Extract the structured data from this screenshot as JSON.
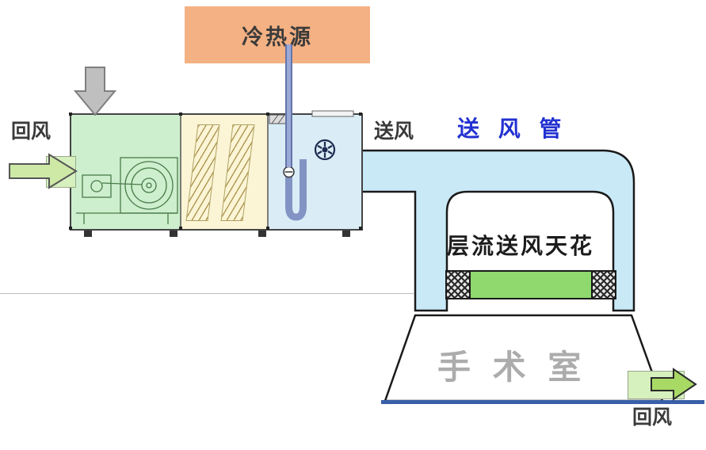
{
  "labels": {
    "source": "冷热源",
    "return_air_left": "回风",
    "supply_air": "送风",
    "supply_duct": "送 风 管",
    "laminar_ceiling": "层流送风天花",
    "operating_room": "手 术 室",
    "return_air_right": "回风"
  },
  "colors": {
    "source_box": "#F4B183",
    "pipe": "#8293C4",
    "ahu_fan_section": "#CDEFCD",
    "ahu_coil_section": "#FBF5D6",
    "ahu_outlet_section": "#DAEDF7",
    "duct_fill": "#C9E9F7",
    "duct_outline": "#1A1A1A",
    "ceiling_green": "#8FD96E",
    "supply_duct_text": "#2231D1",
    "room_text": "#ACACAC",
    "floor_line": "#3A5FA8",
    "return_arrow_left": "#CDE9A5",
    "return_arrow_right": "#A8D965",
    "down_arrow": "#BFBFBF"
  },
  "diagram": {
    "type": "operating-room-hvac-airflow-schematic",
    "flow": [
      "回风 → 空调机组",
      "冷热源 → 空调机组",
      "空调机组 → 送风管",
      "送风管 → 层流送风天花",
      "层流送风天花 → 手术室",
      "手术室 → 回风"
    ]
  }
}
